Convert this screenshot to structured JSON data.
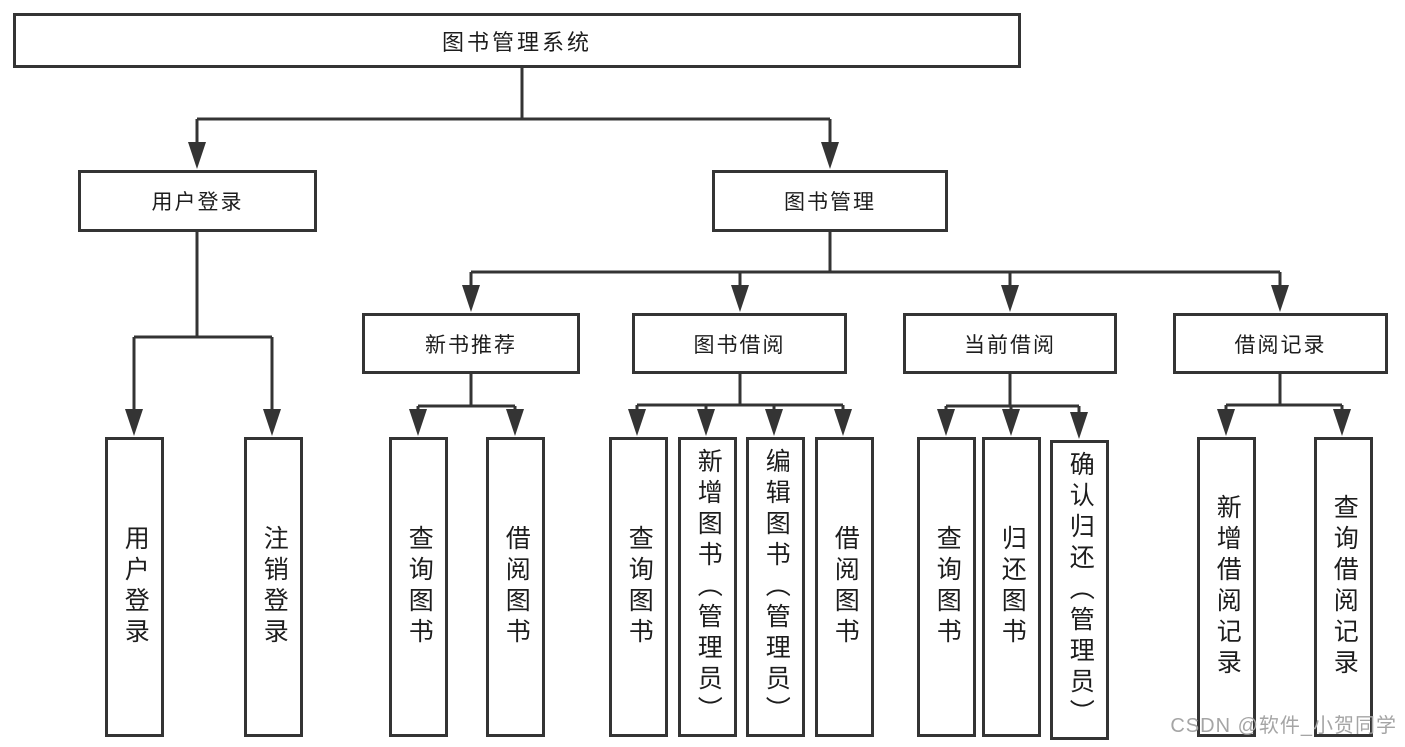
{
  "tree": {
    "root": {
      "label": "图书管理系统"
    },
    "user_login": {
      "label": "用户登录",
      "children": [
        {
          "label": "用户登录"
        },
        {
          "label": "注销登录"
        }
      ]
    },
    "book_management": {
      "label": "图书管理",
      "sections": [
        {
          "label": "新书推荐",
          "children": [
            {
              "label": "查询图书"
            },
            {
              "label": "借阅图书"
            }
          ]
        },
        {
          "label": "图书借阅",
          "children": [
            {
              "label": "查询图书"
            },
            {
              "label": "新增图书（管理员）"
            },
            {
              "label": "编辑图书（管理员）"
            },
            {
              "label": "借阅图书"
            }
          ]
        },
        {
          "label": "当前借阅",
          "children": [
            {
              "label": "查询图书"
            },
            {
              "label": "归还图书"
            },
            {
              "label": "确认归还（管理员）"
            }
          ]
        },
        {
          "label": "借阅记录",
          "children": [
            {
              "label": "新增借阅记录"
            },
            {
              "label": "查询借阅记录"
            }
          ]
        }
      ]
    }
  },
  "watermark": {
    "text": "CSDN @软件_小贺同学"
  },
  "colors": {
    "line": "#343434",
    "text": "#1d1d1d",
    "watermark": "#a5a5a5",
    "background": "#ffffff"
  }
}
